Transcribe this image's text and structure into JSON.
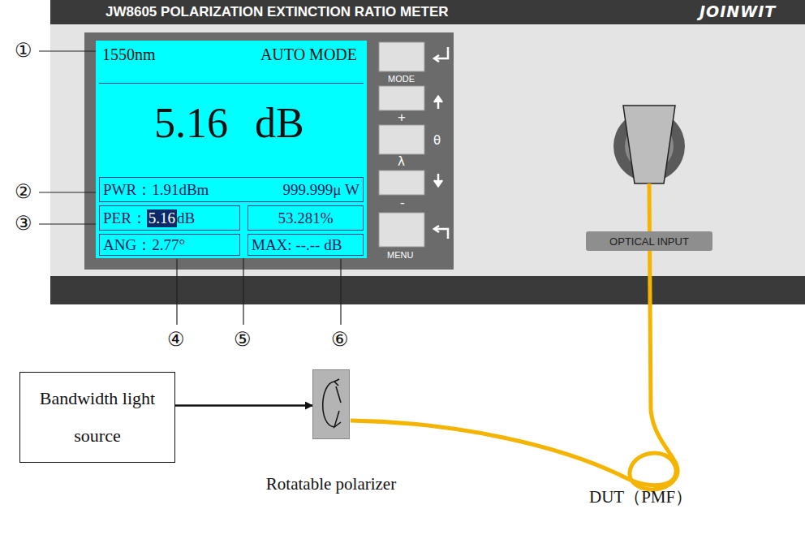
{
  "diagram": {
    "nodes": [
      {
        "text": [
          "1550nm",
          "AUTO MODE",
          "5.16",
          "dB"
        ]
      },
      {
        "text": [
          "PWR：1.91dBm",
          "999.999μ W"
        ],
        "in": 0
      },
      {
        "text": [
          "PER：",
          "5.16",
          "dB"
        ],
        "in": 0
      },
      {
        "text": [
          "53.281%"
        ],
        "in": 0
      },
      {
        "text": [
          "ANG：2.77°"
        ],
        "in": 0
      },
      {
        "text": [
          "MAX: --.-- dB"
        ],
        "in": 0
      },
      {
        "text": [
          "OPTICAL INPUT"
        ]
      },
      {
        "text": [
          "Bandwidth light source"
        ]
      },
      {
        "text": [
          "Rotatable polarizer"
        ]
      }
    ],
    "edges": [
      {
        "from": 7,
        "to": 8,
        "arrow": "to"
      }
    ],
    "labels": [
      "JW8605 POLARIZATION EXTINCTION RATIO METER",
      "JOINWIT",
      "MODE",
      "+",
      "θ",
      "λ",
      "-",
      "MENU",
      "①",
      "②",
      "③",
      "④",
      "⑤",
      "⑥",
      "DUT（PMF）"
    ]
  }
}
